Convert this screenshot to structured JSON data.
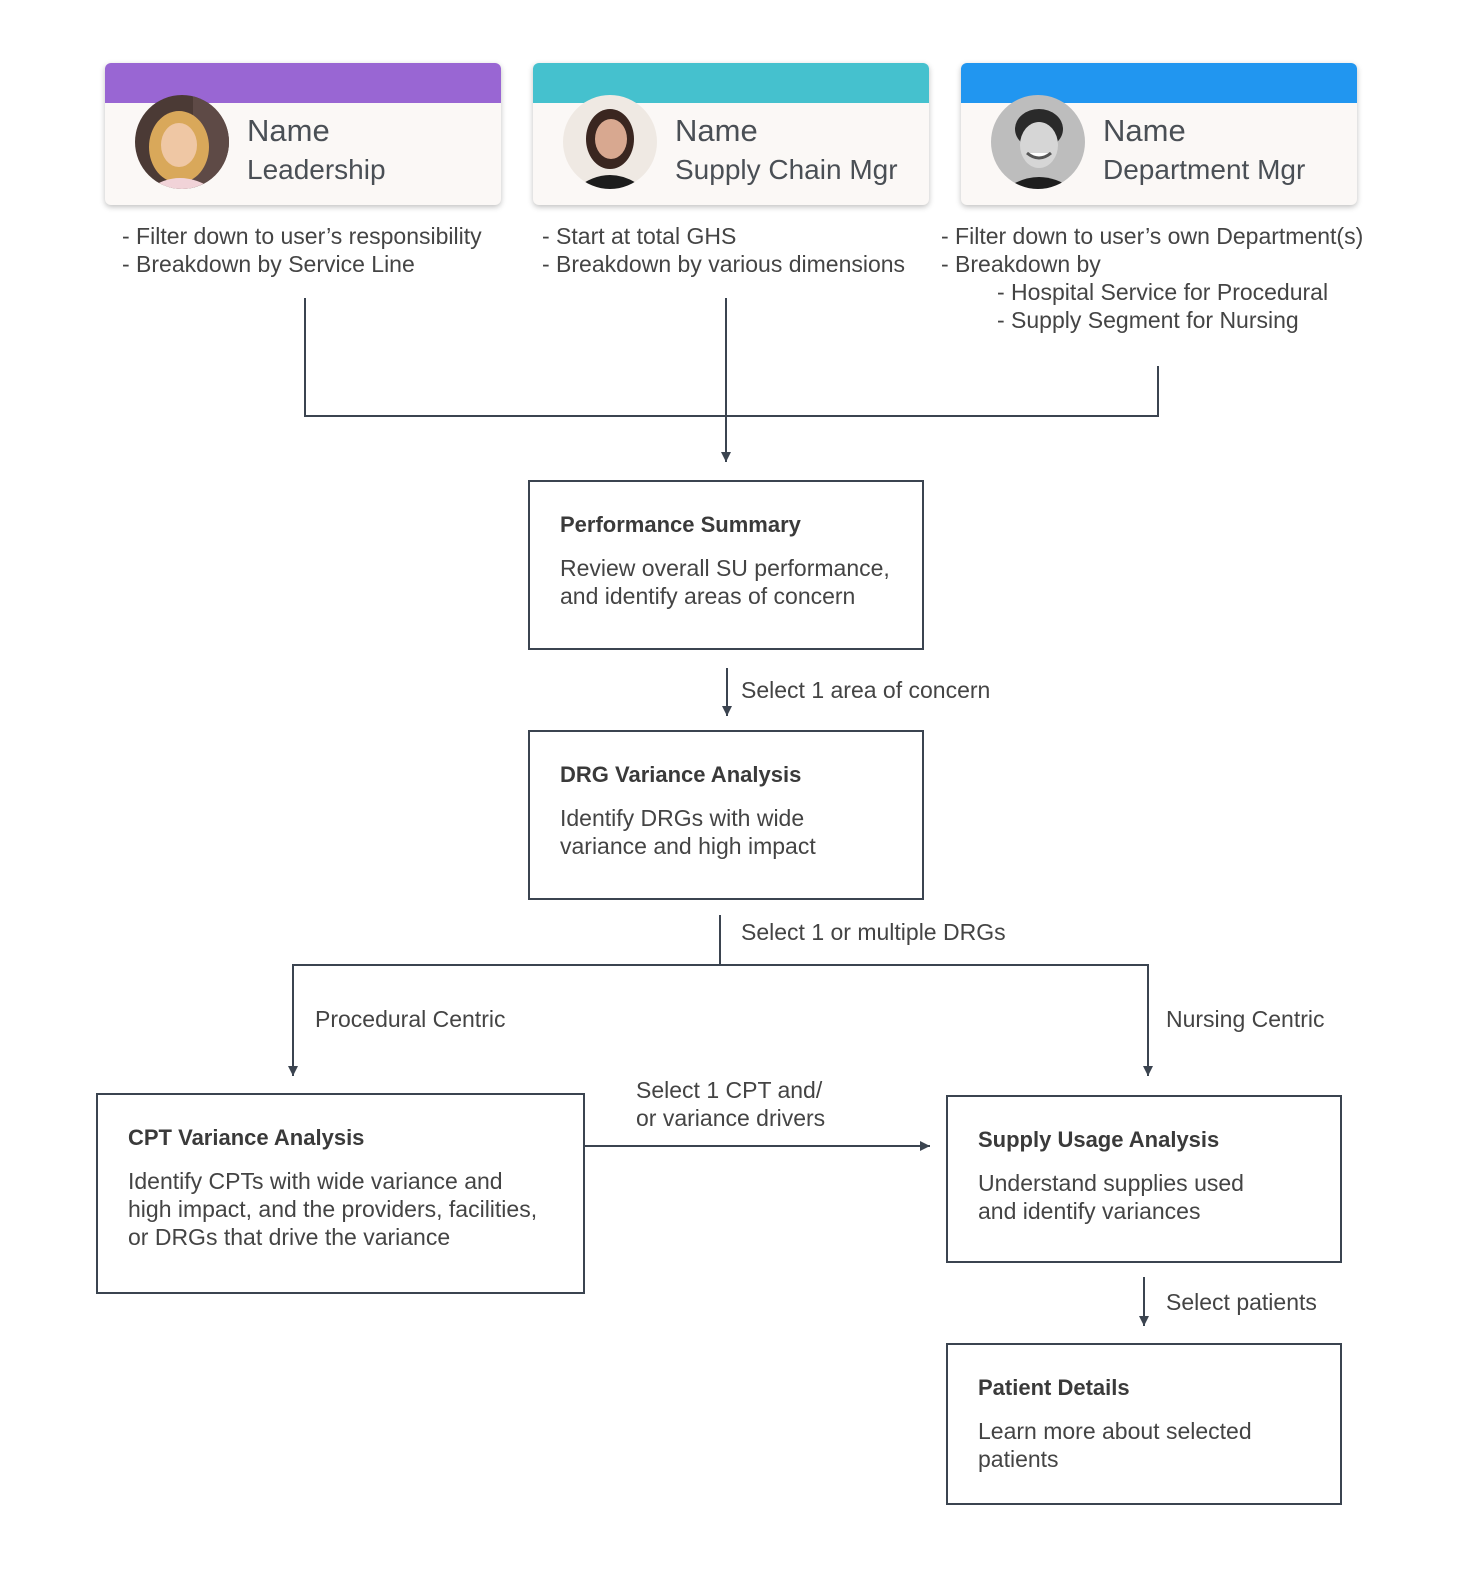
{
  "personas": [
    {
      "name": "Name",
      "role": "Leadership",
      "bar_color": "#9966d3",
      "notes": [
        "- Filter down to user’s responsibility",
        "- Breakdown by Service Line"
      ]
    },
    {
      "name": "Name",
      "role": "Supply Chain Mgr",
      "bar_color": "#45c1ce",
      "notes": [
        "- Start at total GHS",
        "- Breakdown by various dimensions"
      ]
    },
    {
      "name": "Name",
      "role": "Department Mgr",
      "bar_color": "#2196f0",
      "notes": [
        "- Filter down to user’s own Department(s)",
        "- Breakdown by",
        "- Hospital Service for Procedural",
        "- Supply Segment for Nursing"
      ]
    }
  ],
  "steps": {
    "performance_summary": {
      "title": "Performance Summary",
      "desc": [
        "Review overall SU performance,",
        "and identify areas of concern"
      ]
    },
    "drg_variance": {
      "title": "DRG Variance Analysis",
      "desc": [
        "Identify DRGs with wide",
        "variance and high impact"
      ]
    },
    "cpt_variance": {
      "title": "CPT Variance Analysis",
      "desc": [
        "Identify CPTs with wide variance and",
        "high impact, and the providers, facilities,",
        "or DRGs that drive the variance"
      ]
    },
    "supply_usage": {
      "title": "Supply Usage Analysis",
      "desc": [
        "Understand supplies used",
        "and identify variances"
      ]
    },
    "patient_details": {
      "title": "Patient Details",
      "desc": [
        "Learn more about selected",
        "patients"
      ]
    }
  },
  "edge_labels": {
    "select_area": "Select 1 area of concern",
    "select_drgs": "Select 1 or multiple DRGs",
    "procedural": "Procedural Centric",
    "nursing": "Nursing Centric",
    "select_cpt": [
      "Select 1 CPT and/",
      "or variance drivers"
    ],
    "select_patients": "Select patients"
  }
}
